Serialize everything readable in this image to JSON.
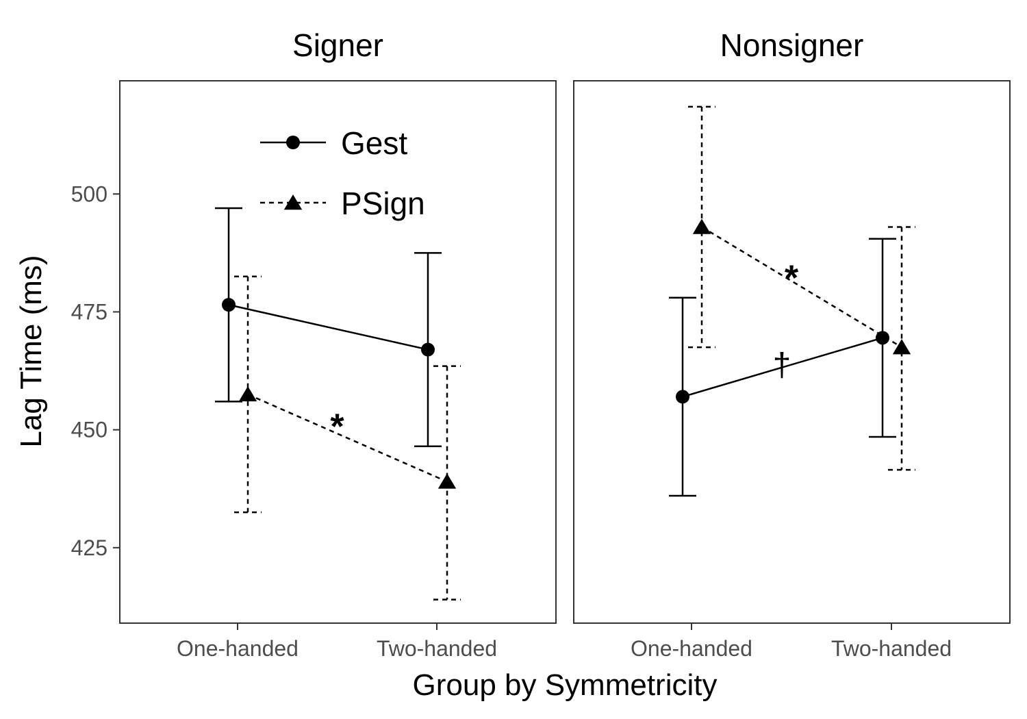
{
  "chart_data": {
    "type": "line",
    "xlabel": "Group by Symmetricity",
    "ylabel": "Lag Time (ms)",
    "ylim": [
      409,
      524
    ],
    "yticks": [
      425,
      450,
      475,
      500
    ],
    "categories": [
      "One-handed",
      "Two-handed"
    ],
    "grid": false,
    "legend": {
      "position": "top-left inside first panel"
    },
    "series_styles": [
      {
        "name": "Gest",
        "line": "solid",
        "marker": "circle"
      },
      {
        "name": "PSign",
        "line": "dashed",
        "marker": "triangle"
      }
    ],
    "panels": [
      {
        "title": "Signer",
        "series": [
          {
            "name": "Gest",
            "values": [
              476.5,
              467.0
            ],
            "error_low": [
              456.0,
              446.5
            ],
            "error_high": [
              497.0,
              487.5
            ]
          },
          {
            "name": "PSign",
            "values": [
              457.5,
              439.0
            ],
            "error_low": [
              432.5,
              414.0
            ],
            "error_high": [
              482.5,
              463.5
            ]
          }
        ],
        "annotations": [
          {
            "text": "*",
            "x": 0.5,
            "y": 452.5
          }
        ]
      },
      {
        "title": "Nonsigner",
        "series": [
          {
            "name": "Gest",
            "values": [
              457.0,
              469.5
            ],
            "error_low": [
              436.0,
              448.5
            ],
            "error_high": [
              478.0,
              490.5
            ]
          },
          {
            "name": "PSign",
            "values": [
              493.0,
              467.5
            ],
            "error_low": [
              467.5,
              441.5
            ],
            "error_high": [
              518.5,
              493.0
            ]
          }
        ],
        "annotations": [
          {
            "text": "*",
            "x": 0.5,
            "y": 484.0
          },
          {
            "text": "†",
            "x": 0.5,
            "y": 464.0
          }
        ]
      }
    ]
  }
}
